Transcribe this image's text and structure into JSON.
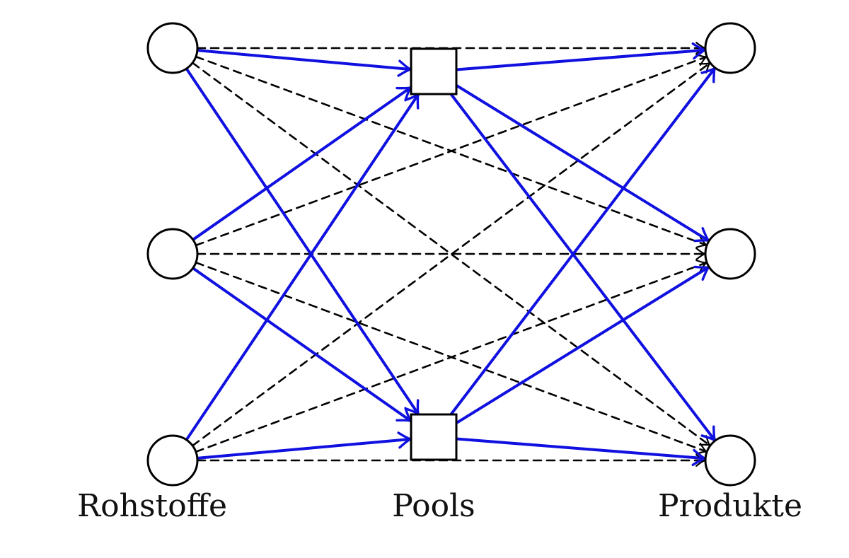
{
  "labels": {
    "sources": "Rohstoffe",
    "pools": "Pools",
    "products": "Produkte"
  },
  "colors": {
    "pool_flow": "#1010e0",
    "direct_flow": "#000000",
    "node_stroke": "#000000",
    "node_fill": "#ffffff"
  },
  "nodes": [
    {
      "id": "s1",
      "kind": "source",
      "shape": "circle"
    },
    {
      "id": "s2",
      "kind": "source",
      "shape": "circle"
    },
    {
      "id": "s3",
      "kind": "source",
      "shape": "circle"
    },
    {
      "id": "p1",
      "kind": "pool",
      "shape": "square"
    },
    {
      "id": "p2",
      "kind": "pool",
      "shape": "square"
    },
    {
      "id": "t1",
      "kind": "product",
      "shape": "circle"
    },
    {
      "id": "t2",
      "kind": "product",
      "shape": "circle"
    },
    {
      "id": "t3",
      "kind": "product",
      "shape": "circle"
    }
  ],
  "edges": {
    "pool_flow": [
      [
        "s1",
        "p1"
      ],
      [
        "s1",
        "p2"
      ],
      [
        "s2",
        "p1"
      ],
      [
        "s2",
        "p2"
      ],
      [
        "s3",
        "p1"
      ],
      [
        "s3",
        "p2"
      ],
      [
        "p1",
        "t1"
      ],
      [
        "p1",
        "t2"
      ],
      [
        "p1",
        "t3"
      ],
      [
        "p2",
        "t1"
      ],
      [
        "p2",
        "t2"
      ],
      [
        "p2",
        "t3"
      ]
    ],
    "direct_flow": [
      [
        "s1",
        "t1"
      ],
      [
        "s1",
        "t2"
      ],
      [
        "s1",
        "t3"
      ],
      [
        "s2",
        "t1"
      ],
      [
        "s2",
        "t2"
      ],
      [
        "s2",
        "t3"
      ],
      [
        "s3",
        "t1"
      ],
      [
        "s3",
        "t2"
      ],
      [
        "s3",
        "t3"
      ]
    ]
  }
}
